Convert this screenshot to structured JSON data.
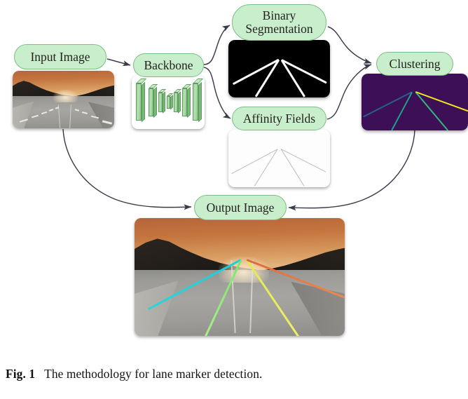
{
  "figure": {
    "caption_label": "Fig. 1",
    "caption_text": "The methodology for lane marker detection.",
    "palette": {
      "node_fill": "#c9eecb",
      "node_border": "#7bbf84",
      "arrow": "#3a3c4a",
      "seg_background": "#000000",
      "seg_line": "#ffffff",
      "affinity_background": "#fdfdfd",
      "affinity_line": "#bcbcbc",
      "cluster_background": "#3c0f56",
      "cluster_line_1": "#2a5e8e",
      "cluster_line_2": "#1fa187",
      "cluster_line_3": "#2fb47c",
      "cluster_line_4": "#f0e520",
      "sky": "#c4763f",
      "road": "#a6a5a1"
    },
    "nodes": [
      {
        "id": "input-image",
        "label": "Input Image"
      },
      {
        "id": "backbone",
        "label": "Backbone"
      },
      {
        "id": "binary-segmentation",
        "label": "Binary Segmentation"
      },
      {
        "id": "affinity-fields",
        "label": "Affinity Fields"
      },
      {
        "id": "clustering",
        "label": "Clustering"
      },
      {
        "id": "output-image",
        "label": "Output Image"
      }
    ],
    "edges": [
      {
        "from": "Input Image",
        "to": "Backbone"
      },
      {
        "from": "Backbone",
        "to": "Binary Segmentation"
      },
      {
        "from": "Backbone",
        "to": "Affinity Fields"
      },
      {
        "from": "Binary Segmentation",
        "to": "Clustering"
      },
      {
        "from": "Affinity Fields",
        "to": "Clustering"
      },
      {
        "from": "Input Image",
        "to": "Output Image"
      },
      {
        "from": "Clustering",
        "to": "Output Image"
      }
    ],
    "thumbnails": [
      {
        "id": "input-image-photo",
        "description": "Highway at dusk with orange sky and dark hills"
      },
      {
        "id": "backbone-diagram",
        "description": "Encoder-decoder convolutional network slabs"
      },
      {
        "id": "segmentation-map",
        "description": "Black mask with four white lane lines"
      },
      {
        "id": "affinity-map",
        "description": "White image with faint gray lane lines"
      },
      {
        "id": "cluster-map",
        "description": "Viridis colormap with blue, teal, green and yellow lane instances"
      },
      {
        "id": "output-image-photo",
        "description": "Highway photo with colored lane marker overlays"
      }
    ]
  }
}
